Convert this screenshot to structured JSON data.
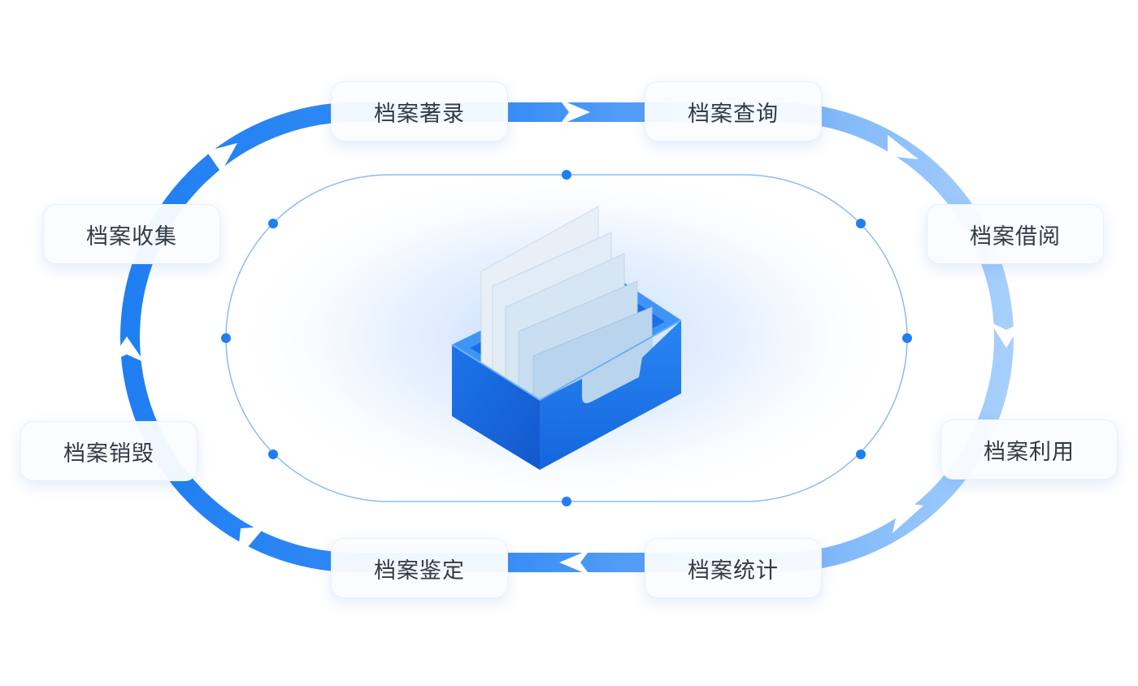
{
  "diagram": {
    "colors": {
      "ring_strong": "#1f7ff2",
      "ring_light": "#94c4fb",
      "inner_line": "#8cbcf0",
      "inner_dot": "#1f7ff2",
      "glow": "#cfe3fd",
      "box_front": "#1a73e8",
      "box_side": "#1565d8",
      "box_top": "#4a9cf6",
      "folder_light": "#e6eef7",
      "folder_mid": "#c9dff1"
    },
    "center_icon": "archive-box-with-folders-icon",
    "stages": [
      {
        "id": "cataloging",
        "label": "档案著录"
      },
      {
        "id": "query",
        "label": "档案查询"
      },
      {
        "id": "borrowing",
        "label": "档案借阅"
      },
      {
        "id": "utilization",
        "label": "档案利用"
      },
      {
        "id": "statistics",
        "label": "档案统计"
      },
      {
        "id": "appraisal",
        "label": "档案鉴定"
      },
      {
        "id": "destruction",
        "label": "档案销毁"
      },
      {
        "id": "collection",
        "label": "档案收集"
      }
    ]
  }
}
